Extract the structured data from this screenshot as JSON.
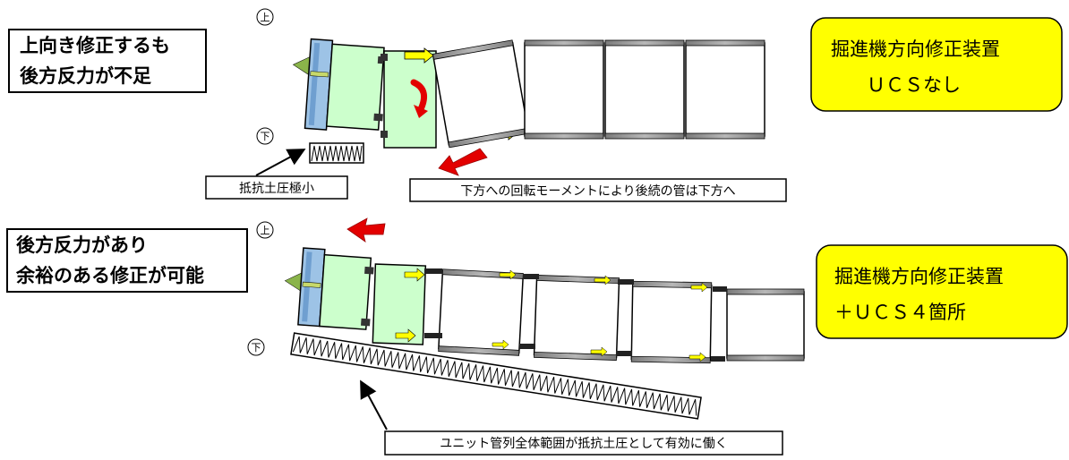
{
  "top": {
    "side_label_lines": [
      "上向き修正するも",
      "後方反力が不足"
    ],
    "device_label_lines": [
      "掘進機方向修正装置",
      "ＵＣＳなし"
    ],
    "up_mark": "上",
    "down_mark": "下",
    "resistance_callout": "抵抗土圧極小",
    "rotation_callout": "下方への回転モーメントにより後続の管は下方へ"
  },
  "bottom": {
    "side_label_lines": [
      "後方反力があり",
      "余裕のある修正が可能"
    ],
    "device_label_lines": [
      "掘進機方向修正装置",
      "＋ＵＣＳ４箇所"
    ],
    "up_mark": "上",
    "down_mark": "下",
    "resistance_callout": "ユニット管列全体範囲が抵抗土圧として有効に働く"
  },
  "colors": {
    "callout_fill": "#ffff00",
    "machine_fill": "#ccffcc",
    "shield_fill": "#9dc3e6",
    "arrow_red": "#e30000",
    "arrow_yellow": "#ffff00"
  }
}
